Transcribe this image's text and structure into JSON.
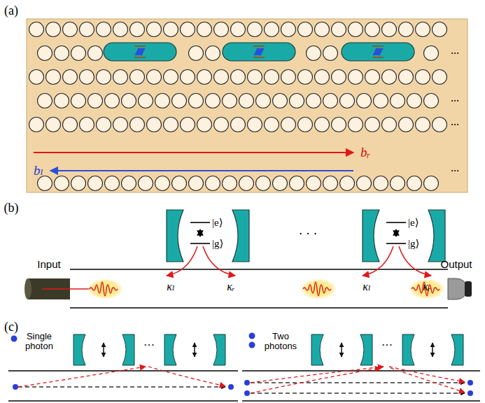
{
  "diagram": {
    "labels": [
      "(a)",
      "bᵣ",
      "bₗ",
      "...",
      "...",
      "...",
      "...",
      "(b)",
      "|e⟩",
      "|g⟩",
      "· · ·",
      "|e⟩",
      "|g⟩",
      "Input",
      "κₗ",
      "κᵣ",
      "κₗ",
      "κᵣ",
      "Output",
      "(c)",
      "Single photon",
      "···",
      "Two photons",
      "···"
    ]
  }
}
